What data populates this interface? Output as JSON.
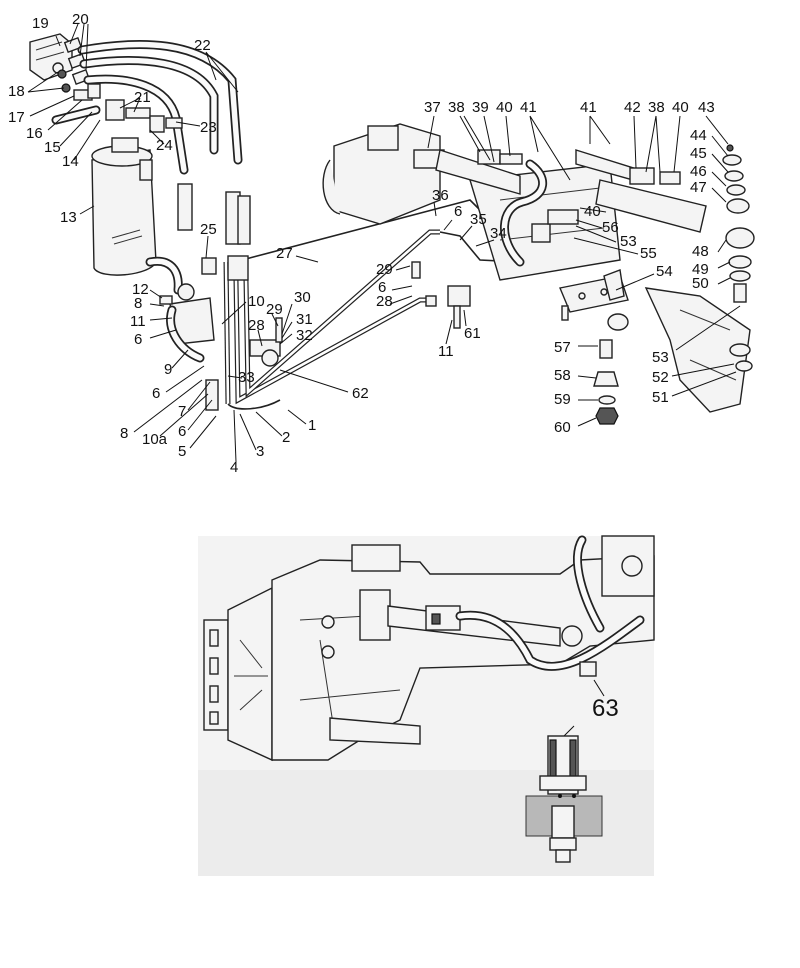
{
  "diagram": {
    "top_callouts": [
      "19",
      "20",
      "22",
      "18",
      "17",
      "16",
      "15",
      "14",
      "21",
      "23",
      "24",
      "13",
      "25",
      "27",
      "12",
      "8",
      "11",
      "6",
      "9",
      "10",
      "29",
      "30",
      "31",
      "32",
      "28",
      "33",
      "62",
      "7",
      "10a",
      "4",
      "3",
      "2",
      "1",
      "5",
      "36",
      "35",
      "34",
      "37",
      "38",
      "39",
      "40",
      "41",
      "42",
      "43",
      "44",
      "45",
      "46",
      "47",
      "48",
      "49",
      "50",
      "53",
      "54",
      "55",
      "56",
      "57",
      "58",
      "59",
      "60",
      "61",
      "51",
      "52"
    ],
    "bottom_callout": "63"
  },
  "labels": {
    "l19": "19",
    "l20": "20",
    "l22": "22",
    "l18": "18",
    "l17": "17",
    "l16": "16",
    "l15": "15",
    "l14": "14",
    "l21": "21",
    "l23": "23",
    "l24": "24",
    "l13": "13",
    "l25": "25",
    "l27": "27",
    "l12": "12",
    "l8a": "8",
    "l11a": "11",
    "l6a": "6",
    "l9": "9",
    "l10": "10",
    "l29a": "29",
    "l30": "30",
    "l31": "31",
    "l32": "32",
    "l28a": "28",
    "l33": "33",
    "l62": "62",
    "l6b": "6",
    "l7": "7",
    "l8b": "8",
    "l10a": "10a",
    "l6c": "6",
    "l5": "5",
    "l4": "4",
    "l3": "3",
    "l2": "2",
    "l1": "1",
    "l36": "36",
    "l6d": "6",
    "l35": "35",
    "l34": "34",
    "l29b": "29",
    "l6e": "6",
    "l28b": "28",
    "l11b": "11",
    "l61": "61",
    "l37": "37",
    "l38a": "38",
    "l39": "39",
    "l40a": "40",
    "l41a": "41",
    "l41b": "41",
    "l42": "42",
    "l38b": "38",
    "l40b": "40",
    "l43": "43",
    "l44": "44",
    "l45": "45",
    "l46": "46",
    "l47": "47",
    "l40c": "40",
    "l56": "56",
    "l53a": "53",
    "l55": "55",
    "l48": "48",
    "l49": "49",
    "l50": "50",
    "l54": "54",
    "l57": "57",
    "l58": "58",
    "l59": "59",
    "l60": "60",
    "l53b": "53",
    "l52": "52",
    "l51": "51",
    "l63": "63"
  }
}
